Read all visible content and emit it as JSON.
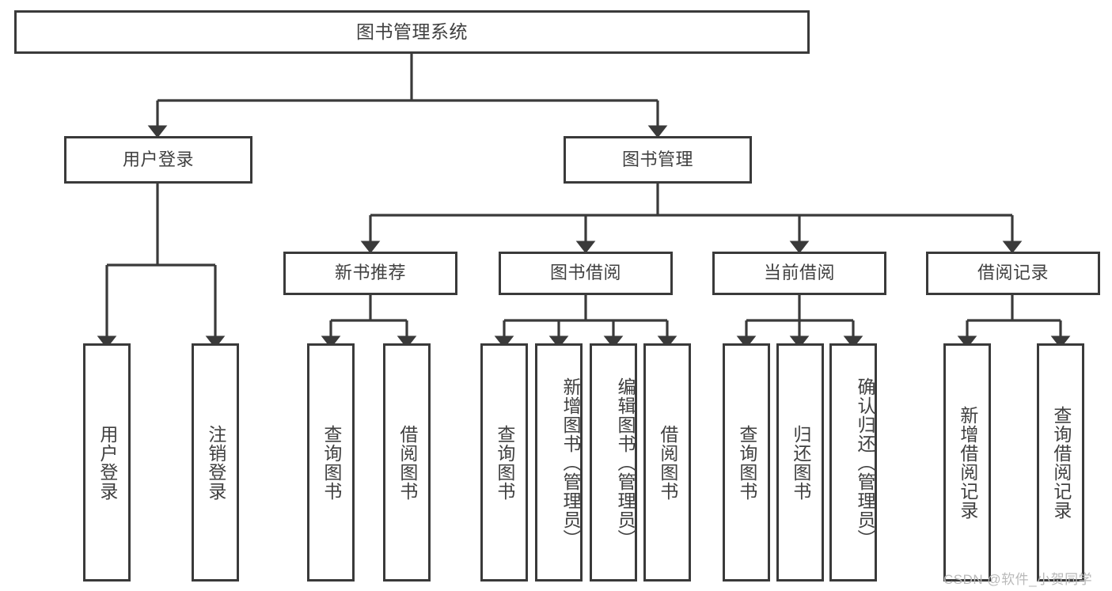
{
  "diagram": {
    "title": "图书管理系统",
    "type": "tree-hierarchy",
    "orientation": "top-down",
    "root": {
      "label": "图书管理系统"
    },
    "level2": [
      {
        "label": "用户登录"
      },
      {
        "label": "图书管理"
      }
    ],
    "level3": [
      {
        "label": "新书推荐"
      },
      {
        "label": "图书借阅"
      },
      {
        "label": "当前借阅"
      },
      {
        "label": "借阅记录"
      }
    ],
    "leaves": {
      "user_login": [
        {
          "label": "用户登录"
        },
        {
          "label": "注销登录"
        }
      ],
      "new_book_recommend": [
        {
          "label": "查询图书"
        },
        {
          "label": "借阅图书"
        }
      ],
      "book_borrow": [
        {
          "label": "查询图书"
        },
        {
          "label": "新增图书（管理员）"
        },
        {
          "label": "编辑图书（管理员）"
        },
        {
          "label": "借阅图书"
        }
      ],
      "current_borrow": [
        {
          "label": "查询图书"
        },
        {
          "label": "归还图书"
        },
        {
          "label": "确认归还（管理员）"
        }
      ],
      "borrow_record": [
        {
          "label": "新增借阅记录"
        },
        {
          "label": "查询借阅记录"
        }
      ]
    }
  },
  "watermark": {
    "text": "CSDN @软件_小贺同学"
  },
  "colors": {
    "stroke": "#3a3a3a",
    "text": "#404040",
    "background": "#ffffff",
    "watermark": "#b9b9b9"
  }
}
